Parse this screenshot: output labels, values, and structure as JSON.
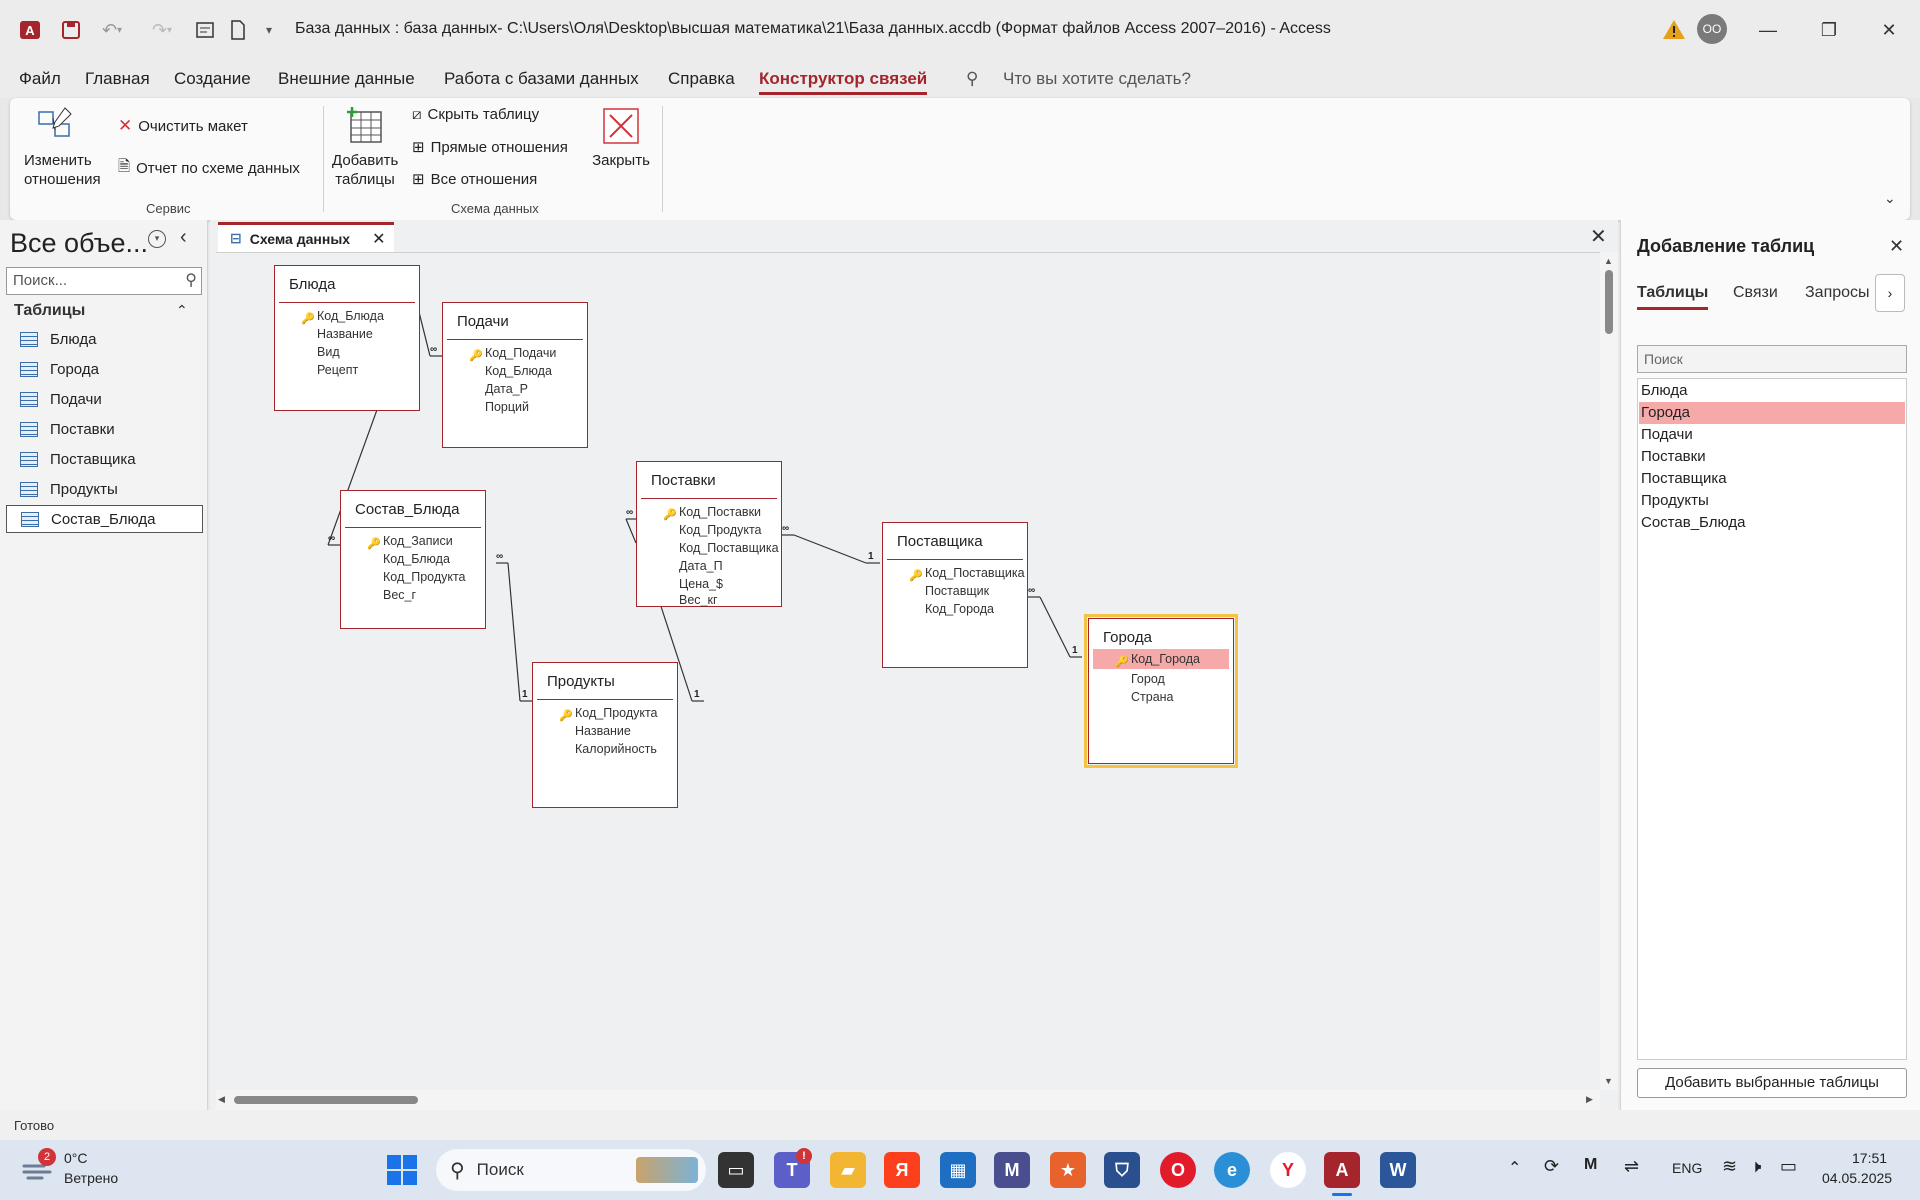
{
  "window": {
    "title": "База данных : база данных- C:\\Users\\Оля\\Desktop\\высшая математика\\21\\База данных.accdb (Формат файлов Access 2007–2016)  -  Access",
    "user_initials": "OO"
  },
  "menu": {
    "tabs": [
      "Файл",
      "Главная",
      "Создание",
      "Внешние данные",
      "Работа с базами данных",
      "Справка",
      "Конструктор связей"
    ],
    "active": "Конструктор связей",
    "tell_me": "Что вы хотите сделать?"
  },
  "ribbon": {
    "edit_relations": "Изменить\nотношения",
    "clear_layout": "Очистить макет",
    "relationship_report": "Отчет по схеме данных",
    "group_service": "Сервис",
    "add_tables": "Добавить\nтаблицы",
    "hide_table": "Скрыть таблицу",
    "direct_relations": "Прямые отношения",
    "all_relations": "Все отношения",
    "close": "Закрыть",
    "group_schema": "Схема данных"
  },
  "nav": {
    "title": "Все объе...",
    "search_placeholder": "Поиск...",
    "section": "Таблицы",
    "items": [
      "Блюда",
      "Города",
      "Подачи",
      "Поставки",
      "Поставщика",
      "Продукты",
      "Состав_Блюда"
    ],
    "selected": "Состав_Блюда"
  },
  "document": {
    "tab_label": "Схема данных"
  },
  "diagram": {
    "tables": [
      {
        "name": "Блюда",
        "fields": [
          "Код_Блюда",
          "Название",
          "Вид",
          "Рецепт"
        ],
        "key": 0
      },
      {
        "name": "Подачи",
        "fields": [
          "Код_Подачи",
          "Код_Блюда",
          "Дата_Р",
          "Порций"
        ],
        "key": 0
      },
      {
        "name": "Состав_Блюда",
        "fields": [
          "Код_Записи",
          "Код_Блюда",
          "Код_Продукта",
          "Вес_г"
        ],
        "key": 0
      },
      {
        "name": "Поставки",
        "fields": [
          "Код_Поставки",
          "Код_Продукта",
          "Код_Поставщика",
          "Дата_П",
          "Цена_$",
          "Вес_кг"
        ],
        "key": 0
      },
      {
        "name": "Поставщика",
        "fields": [
          "Код_Поставщика",
          "Поставщик",
          "Код_Города"
        ],
        "key": 0
      },
      {
        "name": "Продукты",
        "fields": [
          "Код_Продукта",
          "Название",
          "Калорийность"
        ],
        "key": 0
      },
      {
        "name": "Города",
        "fields": [
          "Код_Города",
          "Город",
          "Страна"
        ],
        "key": 0,
        "selected": true,
        "highlighted_field": "Код_Города"
      }
    ],
    "relationships": [
      {
        "from": "Блюда",
        "to": "Подачи",
        "from_card": "1",
        "to_card": "∞"
      },
      {
        "from": "Блюда",
        "to": "Состав_Блюда",
        "from_card": "1",
        "to_card": "∞"
      },
      {
        "from": "Продукты",
        "to": "Состав_Блюда",
        "from_card": "1",
        "to_card": "∞"
      },
      {
        "from": "Продукты",
        "to": "Поставки",
        "from_card": "1",
        "to_card": "∞"
      },
      {
        "from": "Поставщика",
        "to": "Поставки",
        "from_card": "1",
        "to_card": "∞"
      },
      {
        "from": "Города",
        "to": "Поставщика",
        "from_card": "1",
        "to_card": "∞"
      }
    ]
  },
  "right_pane": {
    "title": "Добавление таблиц",
    "tabs": [
      "Таблицы",
      "Связи",
      "Запросы"
    ],
    "active_tab": "Таблицы",
    "search_placeholder": "Поиск",
    "items": [
      "Блюда",
      "Города",
      "Подачи",
      "Поставки",
      "Поставщика",
      "Продукты",
      "Состав_Блюда"
    ],
    "highlighted": "Города",
    "add_button": "Добавить выбранные таблицы"
  },
  "status": {
    "text": "Готово"
  },
  "taskbar": {
    "weather_temp": "0°C",
    "weather_desc": "Ветрено",
    "weather_badge": "2",
    "search_label": "Поиск",
    "language": "ENG",
    "time": "17:51",
    "date": "04.05.2025"
  },
  "colors": {
    "accent": "#a4262c",
    "selection_outline": "#f5c342",
    "highlight_row": "#f6a9a9"
  }
}
